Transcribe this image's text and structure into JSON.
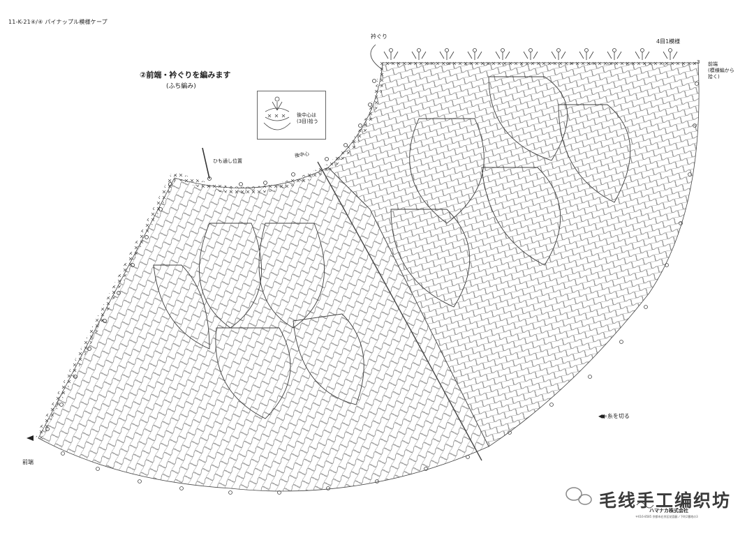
{
  "header": {
    "doc_id": "11-K-21④/④ パイナップル模様ケープ"
  },
  "instructions": {
    "title": "②前端・衿ぐりを編みます",
    "subtitle": "(ふち編み)"
  },
  "legend": {
    "note": "後中心は\n(3目)拾う"
  },
  "labels": {
    "pattern_repeat": "4目1模様",
    "row_3": "3",
    "front_right": "前端\n(模様編から\n拾く)",
    "neckline": "衿ぐり",
    "cord_position": "ひも通し位置",
    "center_back": "後中心",
    "front_left": "前端",
    "cut_yarn": "◀=糸を切る"
  },
  "watermark": {
    "text": "毛线手工编织坊"
  },
  "publisher": {
    "name": "ハマナカ株式会社",
    "address": "〒616-8585 京都市右京区花園薮ノ下町2番地の3"
  },
  "colors": {
    "line": "#3c3c3c",
    "background": "#ffffff"
  }
}
